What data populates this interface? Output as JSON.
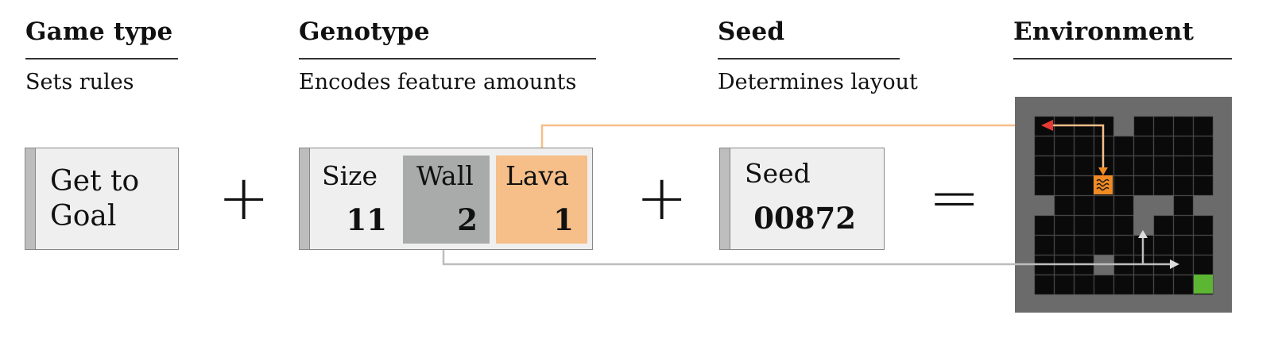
{
  "columns": {
    "game_type": {
      "title": "Game type",
      "subtitle": "Sets rules"
    },
    "genotype": {
      "title": "Genotype",
      "subtitle": "Encodes feature amounts"
    },
    "seed": {
      "title": "Seed",
      "subtitle": "Determines layout"
    },
    "environment": {
      "title": "Environment"
    }
  },
  "game_type_card": {
    "line1": "Get to",
    "line2": "Goal"
  },
  "genotype_card": {
    "size": {
      "label": "Size",
      "value": "11"
    },
    "wall": {
      "label": "Wall",
      "value": "2",
      "color": "#a9abaa"
    },
    "lava": {
      "label": "Lava",
      "value": "1",
      "color": "#f6be88"
    }
  },
  "seed_card": {
    "label": "Seed",
    "value": "00872"
  },
  "operators": {
    "plus1": "+",
    "plus2": "+",
    "equals": "="
  },
  "colors": {
    "card_bg": "#efefef",
    "grid_border": "#6b6b6b",
    "floor": "#0a0a0a",
    "goal": "#5db534",
    "lava_tile": "#f08a24",
    "agent_arrow": "#e53935",
    "lava_connector": "#f6be88",
    "wall_connector": "#bdbdbd"
  },
  "icons": [
    "wave-icon",
    "arrow-icon",
    "goal-icon"
  ]
}
